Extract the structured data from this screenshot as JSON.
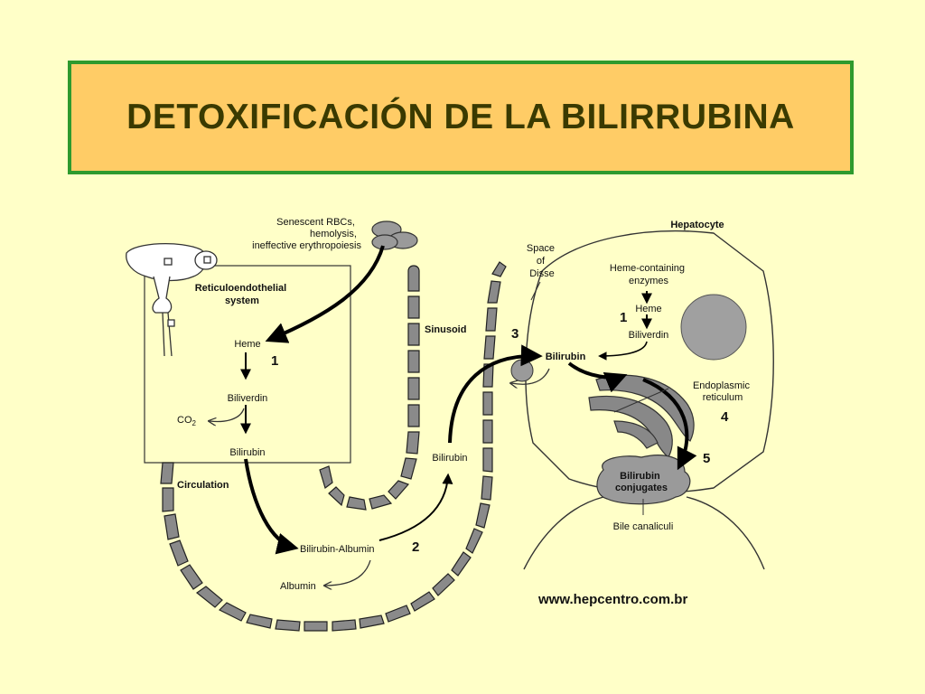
{
  "title": "DETOXIFICACIÓN DE LA BILIRRUBINA",
  "labels": {
    "senescent": [
      "Senescent RBCs,",
      "hemolysis,",
      "ineffective erythropoiesis"
    ],
    "res": [
      "Reticuloendothelial",
      "system"
    ],
    "heme_left": "Heme",
    "biliverdin_left": "Biliverdin",
    "co2": "CO",
    "co2_sub": "2",
    "bilirubin_left": "Bilirubin",
    "circulation": "Circulation",
    "bilirubin_albumin": "Bilirubin-Albumin",
    "albumin": "Albumin",
    "sinusoid": "Sinusoid",
    "bilirubin_mid": "Bilirubin",
    "space_disse": [
      "Space",
      "of",
      "Disse"
    ],
    "hepatocyte": "Hepatocyte",
    "heme_enzymes": [
      "Heme-containing",
      "enzymes"
    ],
    "heme_right": "Heme",
    "biliverdin_right": "Biliverdin",
    "bilirubin_right": "Bilirubin",
    "er": [
      "Endoplasmic",
      "reticulum"
    ],
    "conjugates": [
      "Bilirubin",
      "conjugates"
    ],
    "bile": "Bile canaliculi"
  },
  "steps": {
    "one_left": "1",
    "one_right": "1",
    "two": "2",
    "three": "3",
    "four": "4",
    "five": "5"
  },
  "url": "www.hepcentro.com.br"
}
